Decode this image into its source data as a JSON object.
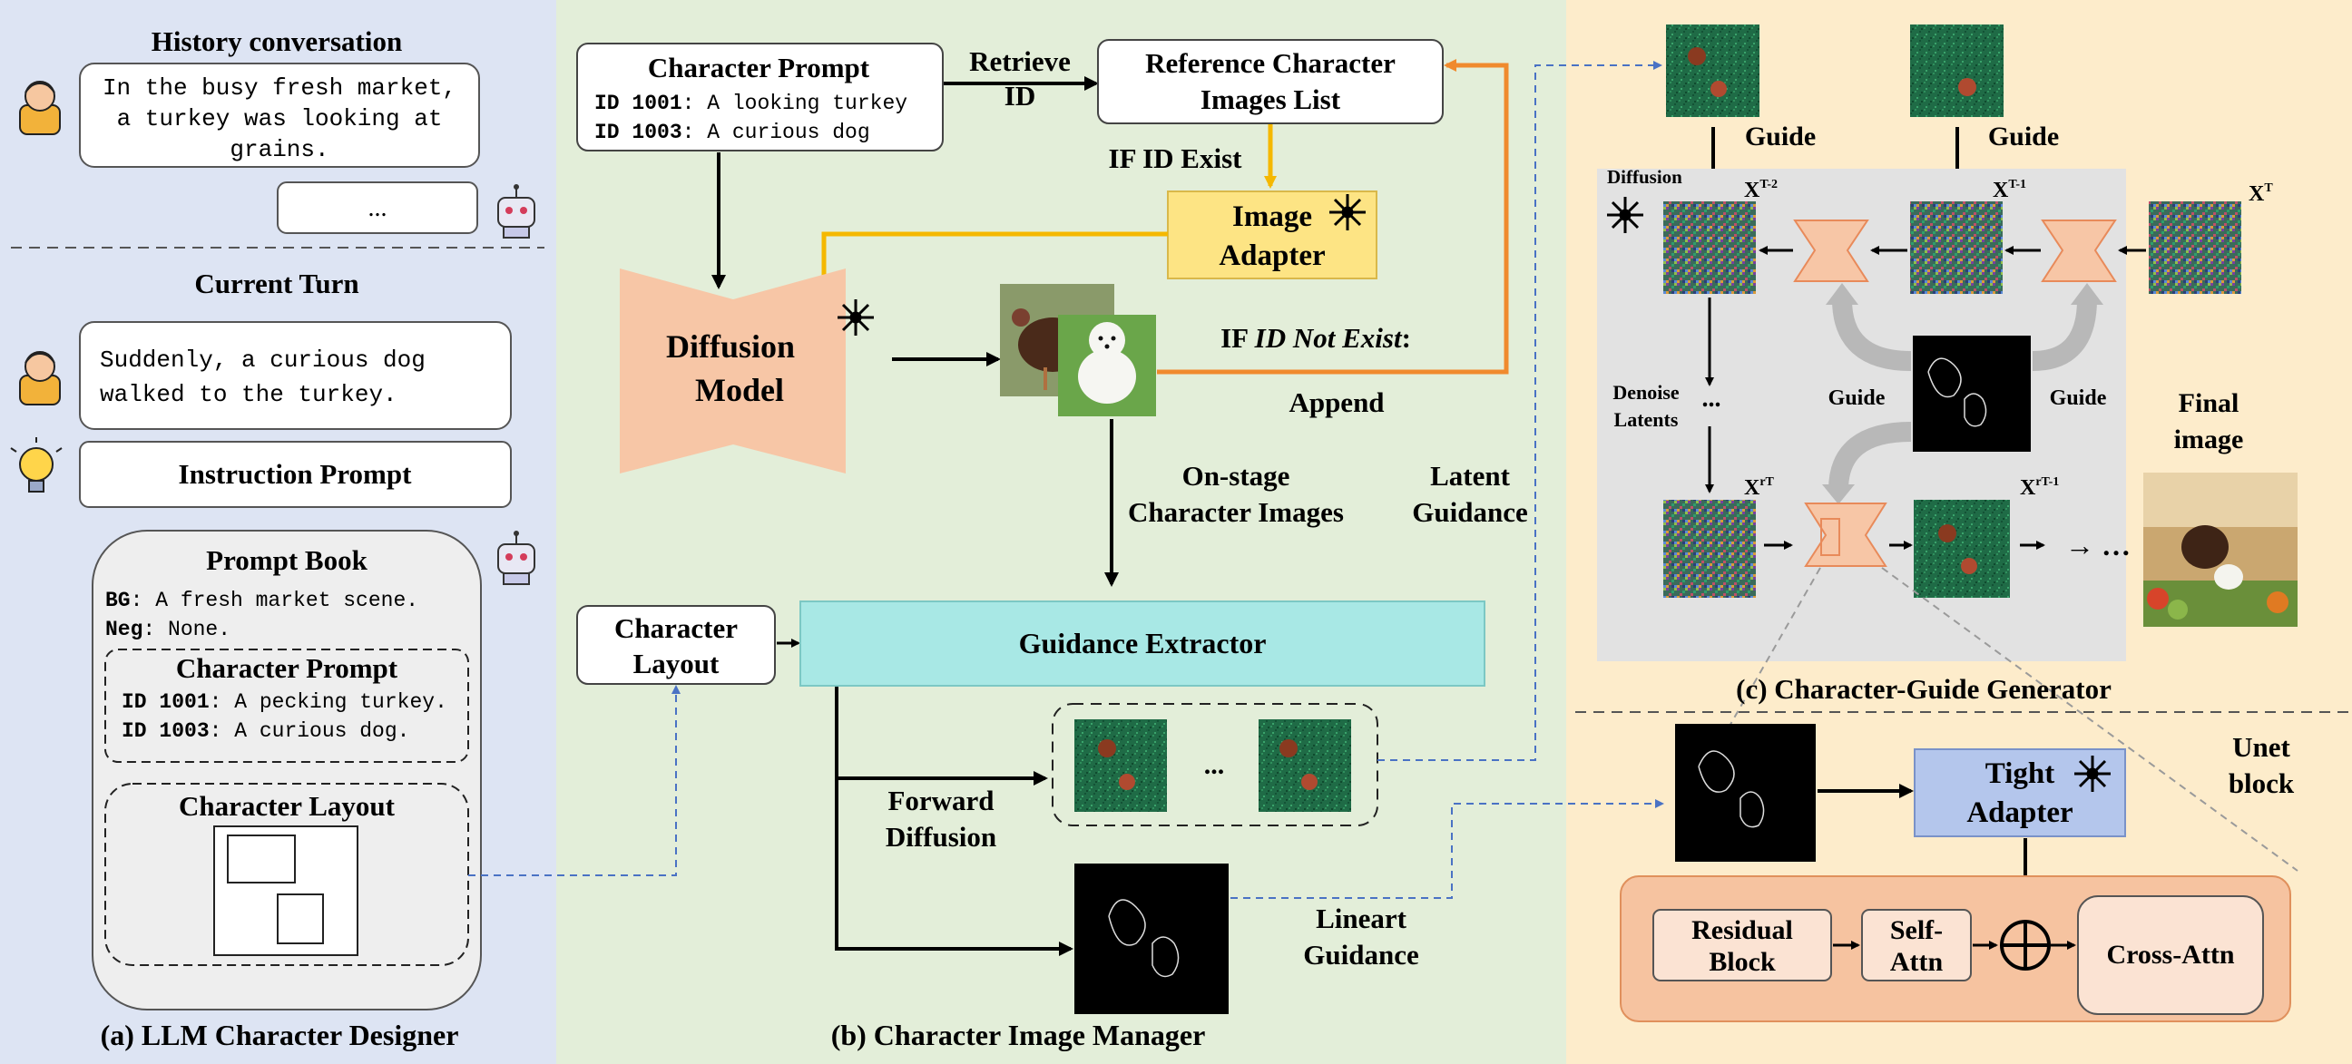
{
  "panels": {
    "a_caption": "(a) LLM Character Designer",
    "b_caption": "(b) Character Image Manager",
    "c_caption": "(c)  Character-Guide Generator"
  },
  "panel_a": {
    "history_title": "History conversation",
    "history_message_lines": [
      "In the busy fresh market,",
      "a turkey was looking at",
      "grains."
    ],
    "ellipsis_reply": "...",
    "current_title": "Current Turn",
    "current_message_lines": [
      "Suddenly, a curious dog",
      "walked to the turkey."
    ],
    "instruction_label": "Instruction Prompt",
    "prompt_book": {
      "title": "Prompt Book",
      "bg_key": "BG",
      "bg_value": ": A fresh market scene.",
      "neg_key": "Neg",
      "neg_value": ": None.",
      "char_prompt_title": "Character Prompt",
      "char_lines": [
        {
          "id": "ID 1001",
          "text": ": A pecking turkey."
        },
        {
          "id": "ID 1003",
          "text": ": A curious dog."
        }
      ],
      "layout_title": "Character Layout"
    }
  },
  "panel_b": {
    "char_prompt_title": "Character Prompt",
    "char_lines": [
      {
        "id": "ID 1001",
        "text": ": A looking turkey"
      },
      {
        "id": "ID 1003",
        "text": ": A curious dog"
      }
    ],
    "retrieve_lines": [
      "Retrieve",
      "ID"
    ],
    "ref_list_lines": [
      "Reference Character",
      "Images List"
    ],
    "if_id_exist": "IF ID Exist",
    "image_adapter_lines": [
      "Image",
      "Adapter"
    ],
    "diffusion_model_lines": [
      "Diffusion",
      "Model"
    ],
    "if_not_exist_prefix": "IF ",
    "if_not_exist_italic": "ID Not Exist",
    "if_not_exist_suffix": ":",
    "append": "Append",
    "on_stage_lines": [
      "On-stage",
      "Character Images"
    ],
    "latent_guidance_lines": [
      "Latent",
      "Guidance"
    ],
    "char_layout_lines": [
      "Character",
      "Layout"
    ],
    "guidance_extractor": "Guidance Extractor",
    "forward_diffusion_lines": [
      "Forward",
      "Diffusion"
    ],
    "ellipsis": "...",
    "lineart_guidance_lines": [
      "Lineart",
      "Guidance"
    ]
  },
  "panel_c": {
    "guide_top_left": "Guide",
    "guide_top_right": "Guide",
    "diffusion_label": "Diffusion",
    "xt2": "X",
    "xt2_sup": "T-2",
    "xt1": "X",
    "xt1_sup": "T-1",
    "xt": "X",
    "xt_sup": "T",
    "denoise_lines": [
      "Denoise",
      "Latents"
    ],
    "dots": "...",
    "guide_mid_left": "Guide",
    "guide_mid_right": "Guide",
    "xrt": "X",
    "xrt_sup": "rT",
    "xrt1": "X",
    "xrt1_sup": "rT-1",
    "arrow_dots": "→ …",
    "final_image_lines": [
      "Final",
      "image"
    ],
    "unet_block_lines": [
      "Unet",
      "block"
    ],
    "tight_adapter_lines": [
      "Tight",
      "Adapter"
    ],
    "residual_block_lines": [
      "Residual",
      "Block"
    ],
    "self_attn_lines": [
      "Self-",
      "Attn"
    ],
    "cross_attn": "Cross-Attn"
  },
  "colors": {
    "panel_a_bg": "#dde4f3",
    "panel_b_bg": "#e3eed9",
    "panel_c_bg": "#fdeccb",
    "gray_box": "#e2e2e2",
    "teal": "#a8e8e5",
    "peach": "#f7c6a6",
    "yellow": "#fde484",
    "orange_arrow": "#f08a2e",
    "yellow_arrow": "#f5b800",
    "blue_dashed": "#4a72c4",
    "tight_adapter": "#b4c6ec",
    "unet_block": "#f6c3a0"
  }
}
